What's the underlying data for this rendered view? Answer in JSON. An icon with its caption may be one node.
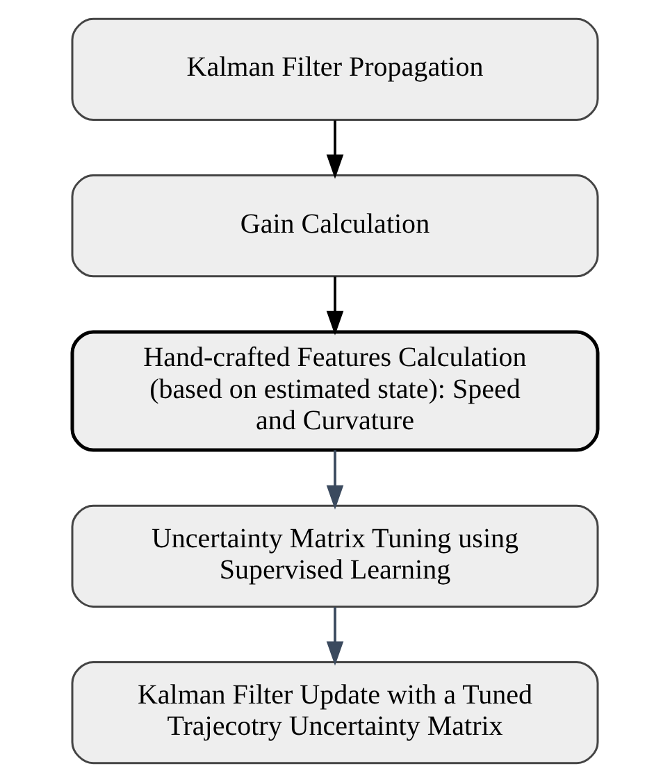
{
  "diagram": {
    "nodes": [
      {
        "text": [
          "Kalman Filter Propagation"
        ]
      },
      {
        "text": [
          "Gain Calculation"
        ]
      },
      {
        "text": [
          "Hand-crafted Features Calculation (based on estimated state): Speed and Curvature"
        ]
      },
      {
        "text": [
          "Uncertainty Matrix Tuning using Supervised Learning"
        ]
      },
      {
        "text": [
          "Kalman Filter Update with a Tuned Trajecotry Uncertainty Matrix"
        ]
      }
    ],
    "edges": [
      {
        "from": 0,
        "to": 1,
        "arrow": "to"
      },
      {
        "from": 1,
        "to": 2,
        "arrow": "to"
      },
      {
        "from": 2,
        "to": 3,
        "arrow": "to",
        "color": "#3b4a5e"
      },
      {
        "from": 3,
        "to": 4,
        "arrow": "to",
        "color": "#3b4a5e"
      }
    ]
  }
}
